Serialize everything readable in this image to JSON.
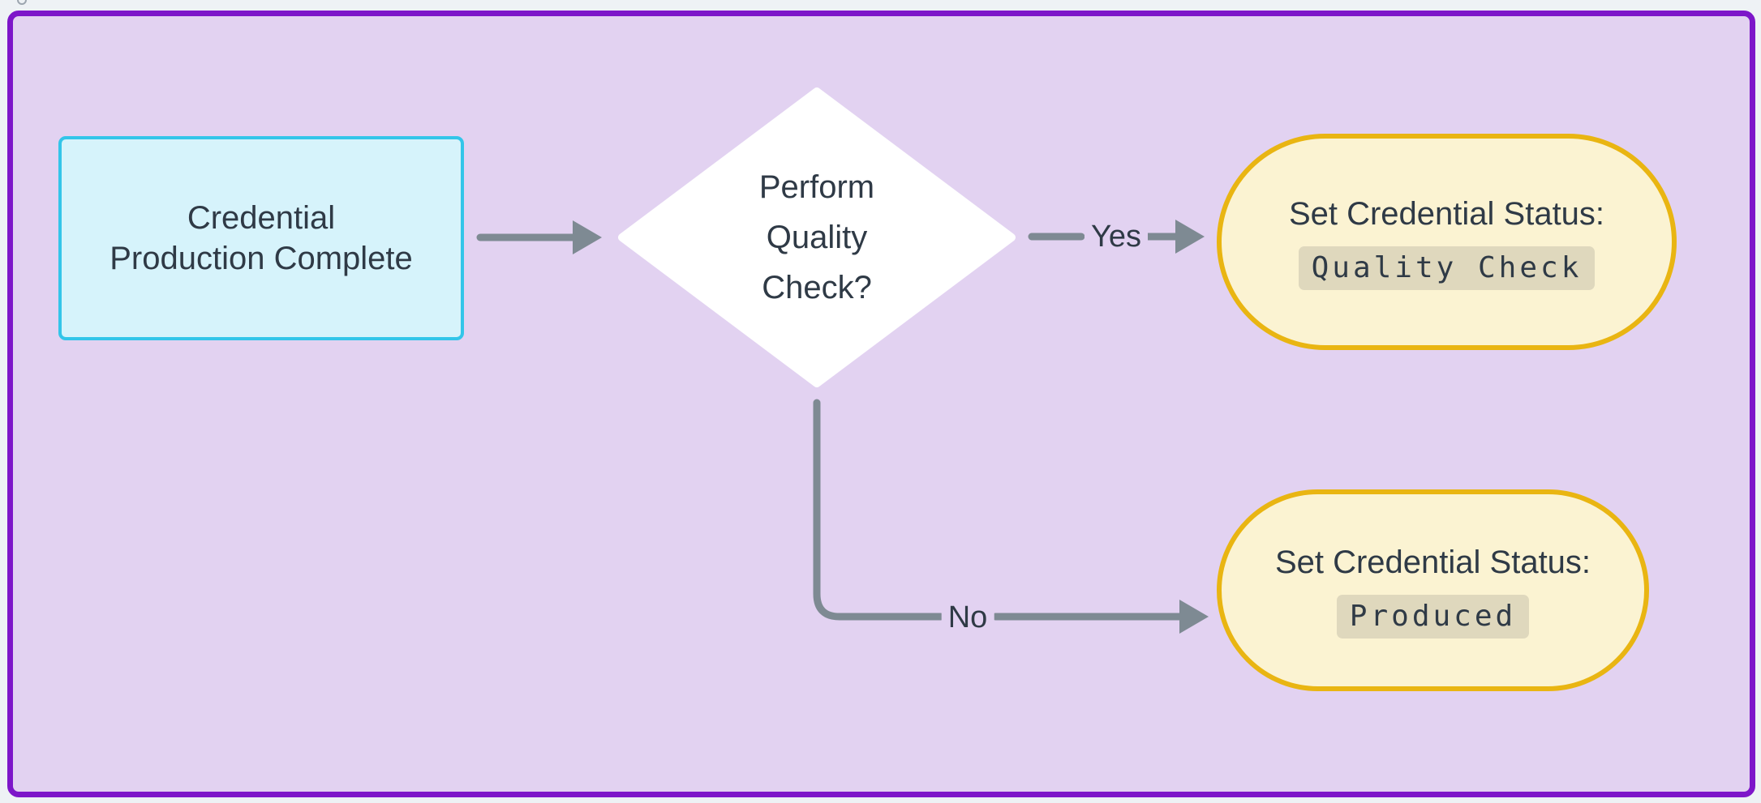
{
  "diagram": {
    "kind": "flowchart",
    "nodes": {
      "start": {
        "shape": "rectangle",
        "lines": [
          "Credential",
          "Production Complete"
        ]
      },
      "decision": {
        "shape": "diamond",
        "lines": [
          "Perform",
          "Quality",
          "Check?"
        ]
      },
      "quality": {
        "shape": "stadium",
        "label": "Set Credential Status:",
        "code": "Quality Check"
      },
      "produced": {
        "shape": "stadium",
        "label": "Set Credential Status:",
        "code": "Produced"
      }
    },
    "edges": {
      "start_to_decision": {
        "from": "start",
        "to": "decision",
        "label": ""
      },
      "yes_label": "Yes",
      "no_label": "No"
    }
  },
  "colors": {
    "page_background": "#eef2f5",
    "container_fill": "#e2d2f1",
    "container_border": "#7d16c9",
    "connector_gray": "#7e8a93",
    "text_dark": "#2f3a46",
    "start_fill": "#d6f3fb",
    "start_border": "#33c5e9",
    "decision_fill": "#ffffff",
    "stadium_fill": "#fbf3d2",
    "stadium_border": "#e9b512",
    "code_chip_background": "#dfd8bd"
  }
}
